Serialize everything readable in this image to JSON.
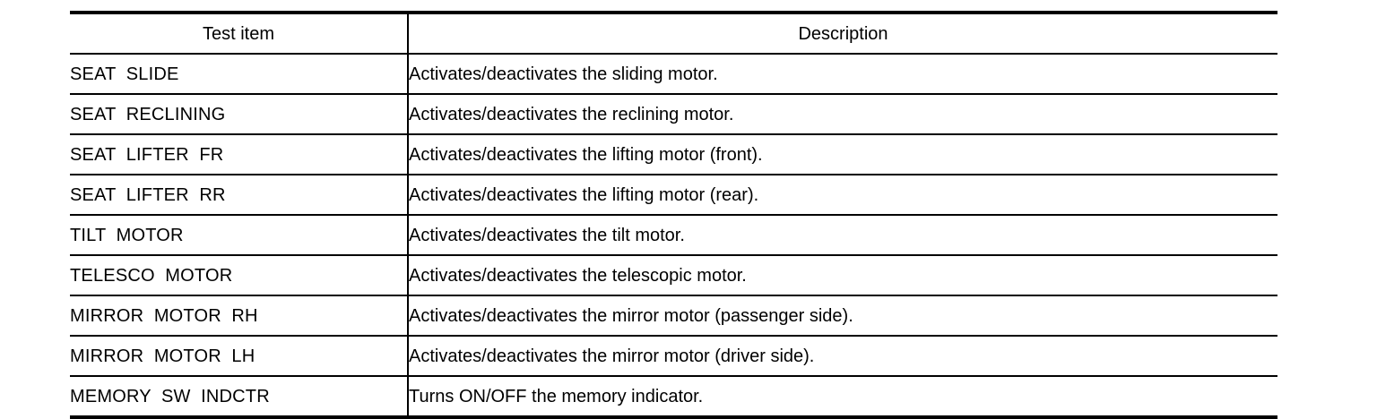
{
  "table": {
    "columns": [
      {
        "key": "test_item",
        "header": "Test item"
      },
      {
        "key": "description",
        "header": "Description"
      }
    ],
    "rows": [
      {
        "test_item": "SEAT  SLIDE",
        "description": "Activates/deactivates the sliding motor."
      },
      {
        "test_item": "SEAT  RECLINING",
        "description": "Activates/deactivates the reclining motor."
      },
      {
        "test_item": "SEAT  LIFTER  FR",
        "description": "Activates/deactivates the lifting motor (front)."
      },
      {
        "test_item": "SEAT  LIFTER  RR",
        "description": "Activates/deactivates the lifting motor (rear)."
      },
      {
        "test_item": "TILT  MOTOR",
        "description": "Activates/deactivates the tilt motor."
      },
      {
        "test_item": "TELESCO  MOTOR",
        "description": "Activates/deactivates the telescopic motor."
      },
      {
        "test_item": "MIRROR  MOTOR  RH",
        "description": "Activates/deactivates the mirror motor (passenger side)."
      },
      {
        "test_item": "MIRROR  MOTOR  LH",
        "description": "Activates/deactivates the mirror motor (driver side)."
      },
      {
        "test_item": "MEMORY  SW  INDCTR",
        "description": "Turns ON/OFF the memory indicator."
      }
    ]
  },
  "colors": {
    "text": "#000000",
    "background": "#ffffff",
    "rule": "#000000"
  }
}
